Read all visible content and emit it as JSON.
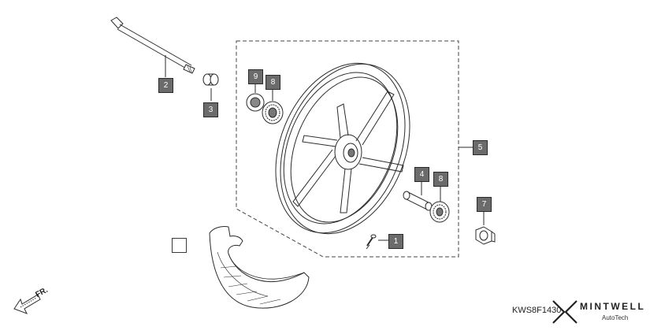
{
  "diagram": {
    "callouts": {
      "c1": "1",
      "c2": "2",
      "c3": "3",
      "c4": "4",
      "c5": "5",
      "c7": "7",
      "c8a": "8",
      "c8b": "8",
      "c9": "9",
      "blank": ""
    },
    "direction_label": "FR.",
    "diagram_code": "KWS8F1430",
    "brand_name": "MINTWELL",
    "brand_subtitle": "AutoTech"
  }
}
